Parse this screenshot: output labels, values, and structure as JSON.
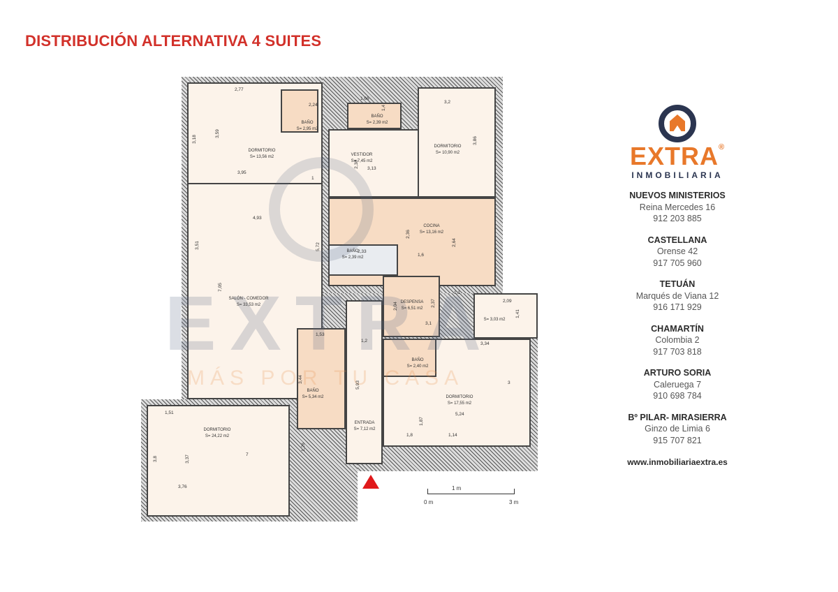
{
  "title": "DISTRIBUCIÓN ALTERNATIVA 4 SUITES",
  "rooms": [
    {
      "name": "DORMITORIO",
      "area": "S= 13,56 m2"
    },
    {
      "name": "BAÑO",
      "area": "S= 2,95 m2"
    },
    {
      "name": "BAÑO",
      "area": "S= 2,39 m2"
    },
    {
      "name": "VESTIDOR",
      "area": "S= 7,45 m2"
    },
    {
      "name": "DORMITORIO",
      "area": "S= 10,90 m2"
    },
    {
      "name": "COCINA",
      "area": "S= 13,16 m2"
    },
    {
      "name": "BAÑO",
      "area": "S= 2,39 m2"
    },
    {
      "name": "SALÓN - COMEDOR",
      "area": "S= 33,53 m2"
    },
    {
      "name": "DESPENSA",
      "area": "S= 6,51 m2"
    },
    {
      "name": "",
      "area": "S= 3,03 m2"
    },
    {
      "name": "BAÑO",
      "area": "S= 5,34 m2"
    },
    {
      "name": "BAÑO",
      "area": "S= 2,40 m2"
    },
    {
      "name": "DORMITORIO",
      "area": "S= 17,55 m2"
    },
    {
      "name": "ENTRADA",
      "area": "S= 7,12 m2"
    },
    {
      "name": "DORMITORIO",
      "area": "S= 24,22 m2"
    }
  ],
  "dimensions": [
    "2,77",
    "3,18",
    "3,59",
    "3,95",
    "1",
    "2,24",
    "1,66",
    "1,4",
    "3,2",
    "3,86",
    "2,38",
    "3,13",
    "4,93",
    "3,51",
    "5,72",
    "7,05",
    "2,33",
    "2,36",
    "1,6",
    "2,64",
    "1,1",
    "2,04",
    "2,37",
    "3,1",
    "2,09",
    "1,41",
    "1,2",
    "1,53",
    "3,44",
    "5,93",
    "3,34",
    "3",
    "5,24",
    "1,87",
    "1,8",
    "1,14",
    "1,51",
    "1,26",
    "7",
    "3,8",
    "3,37",
    "3,76"
  ],
  "scale": {
    "mid": "1 m",
    "start": "0 m",
    "end": "3 m"
  },
  "watermark": {
    "brand": "EXTRA",
    "tagline": "MÁS POR TU CASA"
  },
  "entrance_marker_color": "#e0191b",
  "logo": {
    "brand": "EXTRA",
    "registered": "®",
    "sub": "INMOBILIARIA",
    "colors": {
      "orange": "#e8782a",
      "navy": "#2b3550"
    }
  },
  "offices": [
    {
      "name": "NUEVOS MINISTERIOS",
      "address": "Reina Mercedes 16",
      "phone": "912 203 885"
    },
    {
      "name": "CASTELLANA",
      "address": "Orense 42",
      "phone": "917 705 960"
    },
    {
      "name": "TETUÁN",
      "address": "Marqués de Viana 12",
      "phone": "916 171 929"
    },
    {
      "name": "CHAMARTÍN",
      "address": "Colombia 2",
      "phone": "917 703 818"
    },
    {
      "name": "ARTURO SORIA",
      "address": "Caleruega 7",
      "phone": "910 698 784"
    },
    {
      "name": "Bº PILAR- MIRASIERRA",
      "address": "Ginzo de Limia 6",
      "phone": "915 707 821"
    }
  ],
  "website": "www.inmobiliariaextra.es"
}
